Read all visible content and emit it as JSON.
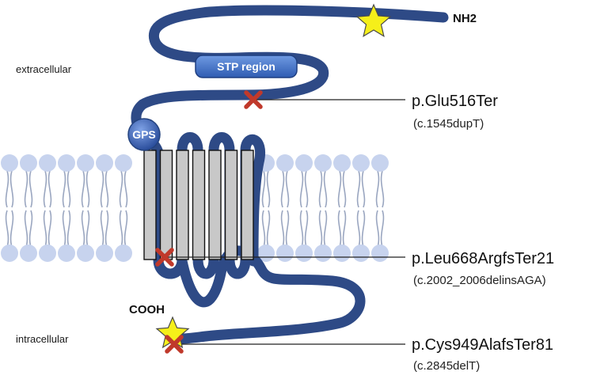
{
  "labels": {
    "extracellular": "extracellular",
    "intracellular": "intracellular",
    "nh2": "NH2",
    "cooh": "COOH",
    "stp_region": "STP region",
    "gps": "GPS"
  },
  "variants": [
    {
      "protein": "p.Glu516Ter",
      "cdna": "(c.1545dupT)"
    },
    {
      "protein": "p.Leu668ArgfsTer21",
      "cdna": "(c.2002_2006delinsAGA)"
    },
    {
      "protein": "p.Cys949AlafsTer81",
      "cdna": "(c.2845delT)"
    }
  ],
  "colors": {
    "protein_chain": "#2e4a86",
    "membrane_head": "#c7d3ee",
    "membrane_tail": "#9aa6c0",
    "tm_helix_fill": "#c8c8c8",
    "mutation_mark": "#c0392b",
    "terminus_star": "#f5ef1a",
    "stp_badge": "#3d6cc4",
    "gps_badge": "#3a64bd"
  },
  "icons": {
    "mutation": "cross-icon",
    "terminus": "star-icon"
  },
  "transmembrane_helix_count": 7
}
